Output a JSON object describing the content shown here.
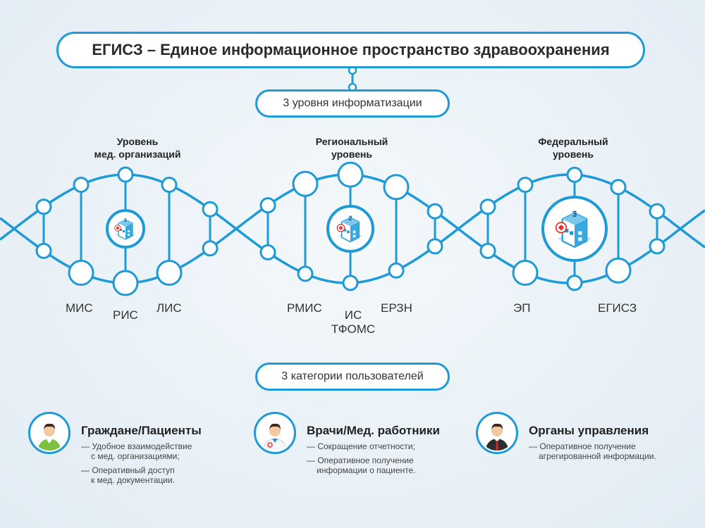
{
  "title": "ЕГИСЗ – Единое информационное пространство здравоохранения",
  "levels_header": "3 уровня информатизации",
  "levels": [
    {
      "title_l1": "Уровень",
      "title_l2": "мед. организаций",
      "badge": "1"
    },
    {
      "title_l1": "Региональный",
      "title_l2": "уровень",
      "badge": "2"
    },
    {
      "title_l1": "Федеральный",
      "title_l2": "уровень",
      "badge": "3"
    }
  ],
  "systems": {
    "mis": "МИС",
    "ris": "РИС",
    "lis": "ЛИС",
    "rmis": "РМИС",
    "is_tfoms_l1": "ИС",
    "is_tfoms_l2": "ТФОМС",
    "erzn": "ЕРЗН",
    "ep": "ЭП",
    "egisz": "ЕГИСЗ"
  },
  "users_header": "3 категории пользователей",
  "categories": [
    {
      "title": "Граждане/Пациенты",
      "lines": [
        {
          "l1": "— Удобное взаимодействие",
          "l2": "с мед. организациями;"
        },
        {
          "l1": "— Оперативный доступ",
          "l2": "к мед. документации."
        }
      ]
    },
    {
      "title": "Врачи/Мед. работники",
      "lines": [
        {
          "l1": "— Сокращение отчетности;",
          "l2": ""
        },
        {
          "l1": "— Оперативное получение",
          "l2": "информации о пациенте."
        }
      ]
    },
    {
      "title": "Органы управления",
      "lines": [
        {
          "l1": "— Оперативное получение",
          "l2": "агрегированной информации."
        }
      ]
    }
  ],
  "colors": {
    "accent": "#1e9ad6",
    "green": "#7cc142",
    "dark": "#2d2d2d"
  }
}
